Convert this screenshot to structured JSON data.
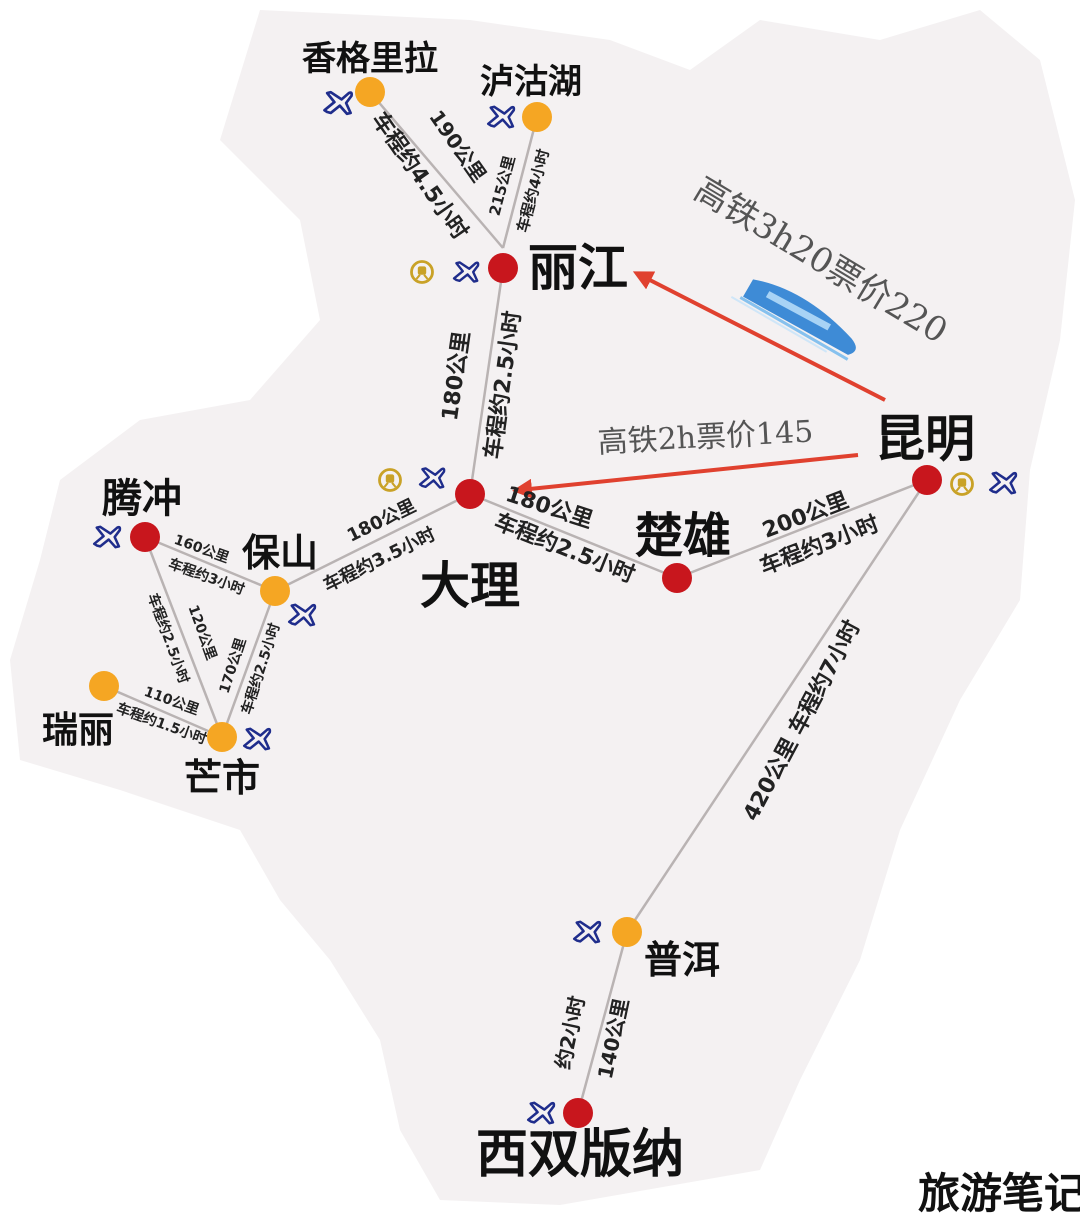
{
  "colors": {
    "major_city": "#c8161d",
    "minor_city": "#f5a623",
    "route_line": "#b9b3b3",
    "rail_arrow": "#e0412f",
    "plane_icon": "#1f2d8c",
    "rail_icon": "#c9a227",
    "region_fill": "#f4f1f2"
  },
  "cities": {
    "shangrila": "香格里拉",
    "lugu_lake": "泸沽湖",
    "lijiang": "丽江",
    "kunming": "昆明",
    "dali": "大理",
    "chuxiong": "楚雄",
    "tengchong": "腾冲",
    "baoshan": "保山",
    "ruili": "瑞丽",
    "mangshi": "芒市",
    "puer": "普洱",
    "xishuangbanna": "西双版纳"
  },
  "routes": {
    "shangrila_lijiang": {
      "distance": "190公里",
      "time": "车程约4.5小时"
    },
    "lugu_lijiang": {
      "distance": "215公里",
      "time": "车程约4小时"
    },
    "lijiang_dali": {
      "distance": "180公里",
      "time": "车程约2.5小时"
    },
    "dali_chuxiong": {
      "distance": "180公里",
      "time": "车程约2.5小时"
    },
    "chuxiong_kunming": {
      "distance": "200公里",
      "time": "车程约3小时"
    },
    "dali_baoshan": {
      "distance": "180公里",
      "time": "车程约3.5小时"
    },
    "tengchong_baoshan": {
      "distance": "160公里",
      "time": "车程约3小时"
    },
    "tengchong_mangshi": {
      "distance": "120公里",
      "time": "车程约2.5小时"
    },
    "baoshan_mangshi": {
      "distance": "170公里",
      "time": "车程约2.5小时"
    },
    "ruili_mangshi": {
      "distance": "110公里",
      "time": "车程约1.5小时"
    },
    "kunming_puer": {
      "text": "420公里 车程约7小时"
    },
    "puer_banna": {
      "time": "约2小时",
      "distance": "140公里"
    }
  },
  "rail": {
    "kunming_lijiang": "高铁3h20票价220",
    "kunming_dali": "高铁2h票价145"
  },
  "icons": {
    "plane": "plane-icon",
    "rail_station": "train-station-icon",
    "bullet_train": "bullet-train-icon"
  },
  "watermark": "旅游笔记"
}
